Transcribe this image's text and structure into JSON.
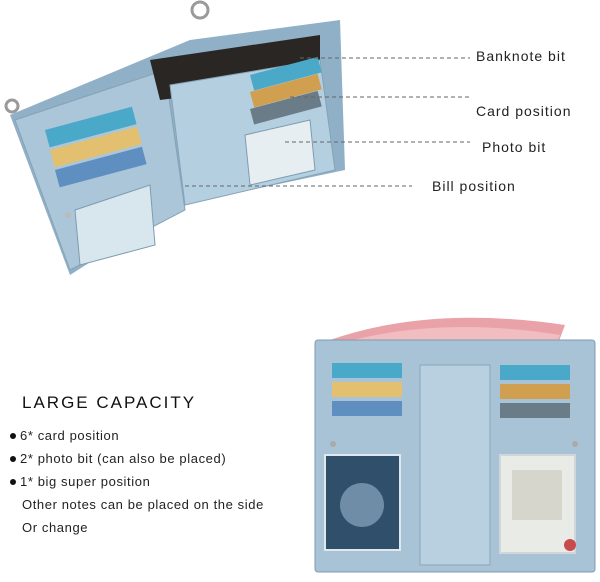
{
  "callouts": {
    "banknote": "Banknote bit",
    "card": "Card position",
    "photo": "Photo bit",
    "bill": "Bill position"
  },
  "capacity": {
    "heading": "LARGE CAPACITY",
    "bullets": [
      "6* card position",
      "2* photo bit (can also be placed)",
      "1* big super position"
    ],
    "notes": [
      "Other notes can be placed on the side",
      "Or change"
    ]
  },
  "colors": {
    "wallet_blue": "#a9c3d6",
    "wallet_dark": "#7f9bb0",
    "banknote_pink": "#e8a2a8"
  },
  "icons": [
    "bullet-dot-icon",
    "zipper-icon",
    "ring-icon"
  ]
}
